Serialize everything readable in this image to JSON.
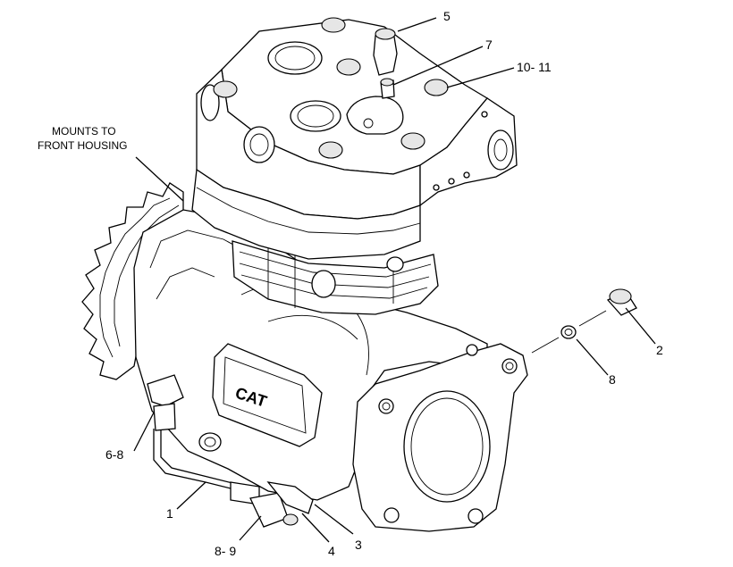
{
  "note": {
    "line1": "MOUNTS TO",
    "line2": "FRONT HOUSING"
  },
  "brand": "CAT",
  "callouts": [
    {
      "id": "5",
      "text": "5"
    },
    {
      "id": "7",
      "text": "7"
    },
    {
      "id": "10-11",
      "text": "10- 11"
    },
    {
      "id": "2",
      "text": "2"
    },
    {
      "id": "8a",
      "text": "8"
    },
    {
      "id": "6-8",
      "text": "6-8"
    },
    {
      "id": "1",
      "text": "1"
    },
    {
      "id": "8-9",
      "text": "8- 9"
    },
    {
      "id": "4",
      "text": "4"
    },
    {
      "id": "3",
      "text": "3"
    }
  ]
}
